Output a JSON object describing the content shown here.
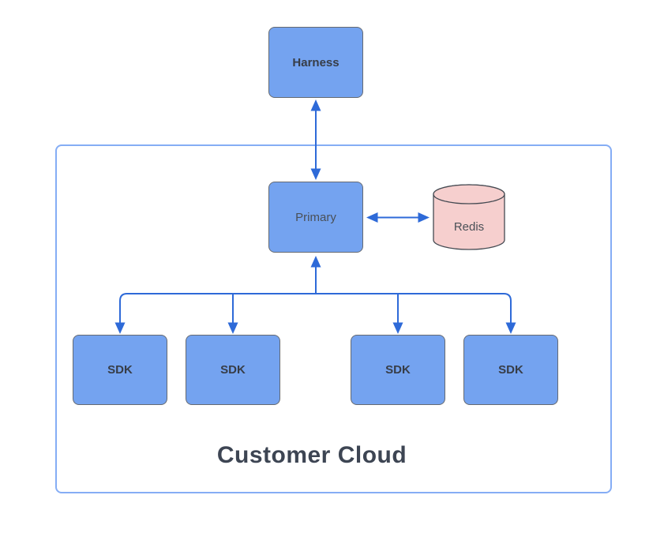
{
  "nodes": {
    "harness": {
      "label": "Harness",
      "shape": "rectangle"
    },
    "primary": {
      "label": "Primary",
      "shape": "rectangle"
    },
    "redis": {
      "label": "Redis",
      "shape": "cylinder"
    },
    "sdk1": {
      "label": "SDK",
      "shape": "rectangle"
    },
    "sdk2": {
      "label": "SDK",
      "shape": "rectangle"
    },
    "sdk3": {
      "label": "SDK",
      "shape": "rectangle"
    },
    "sdk4": {
      "label": "SDK",
      "shape": "rectangle"
    }
  },
  "container": {
    "label": "Customer Cloud"
  },
  "edges": [
    {
      "from": "Harness",
      "to": "Primary",
      "direction": "bidirectional"
    },
    {
      "from": "Primary",
      "to": "Redis",
      "direction": "bidirectional"
    },
    {
      "from": "SDK (x4)",
      "to": "Primary",
      "direction": "up-into-primary, fan-out-to-sdks"
    }
  ],
  "colors": {
    "node_fill": "#74a3f0",
    "node_border": "#656a72",
    "node_text_strong": "#373d47",
    "node_text": "#4a5057",
    "redis_fill": "#f6cfce",
    "redis_border": "#454a52",
    "container_border": "#85adf5",
    "connector": "#2e6ad8",
    "container_label": "#3d4553"
  }
}
